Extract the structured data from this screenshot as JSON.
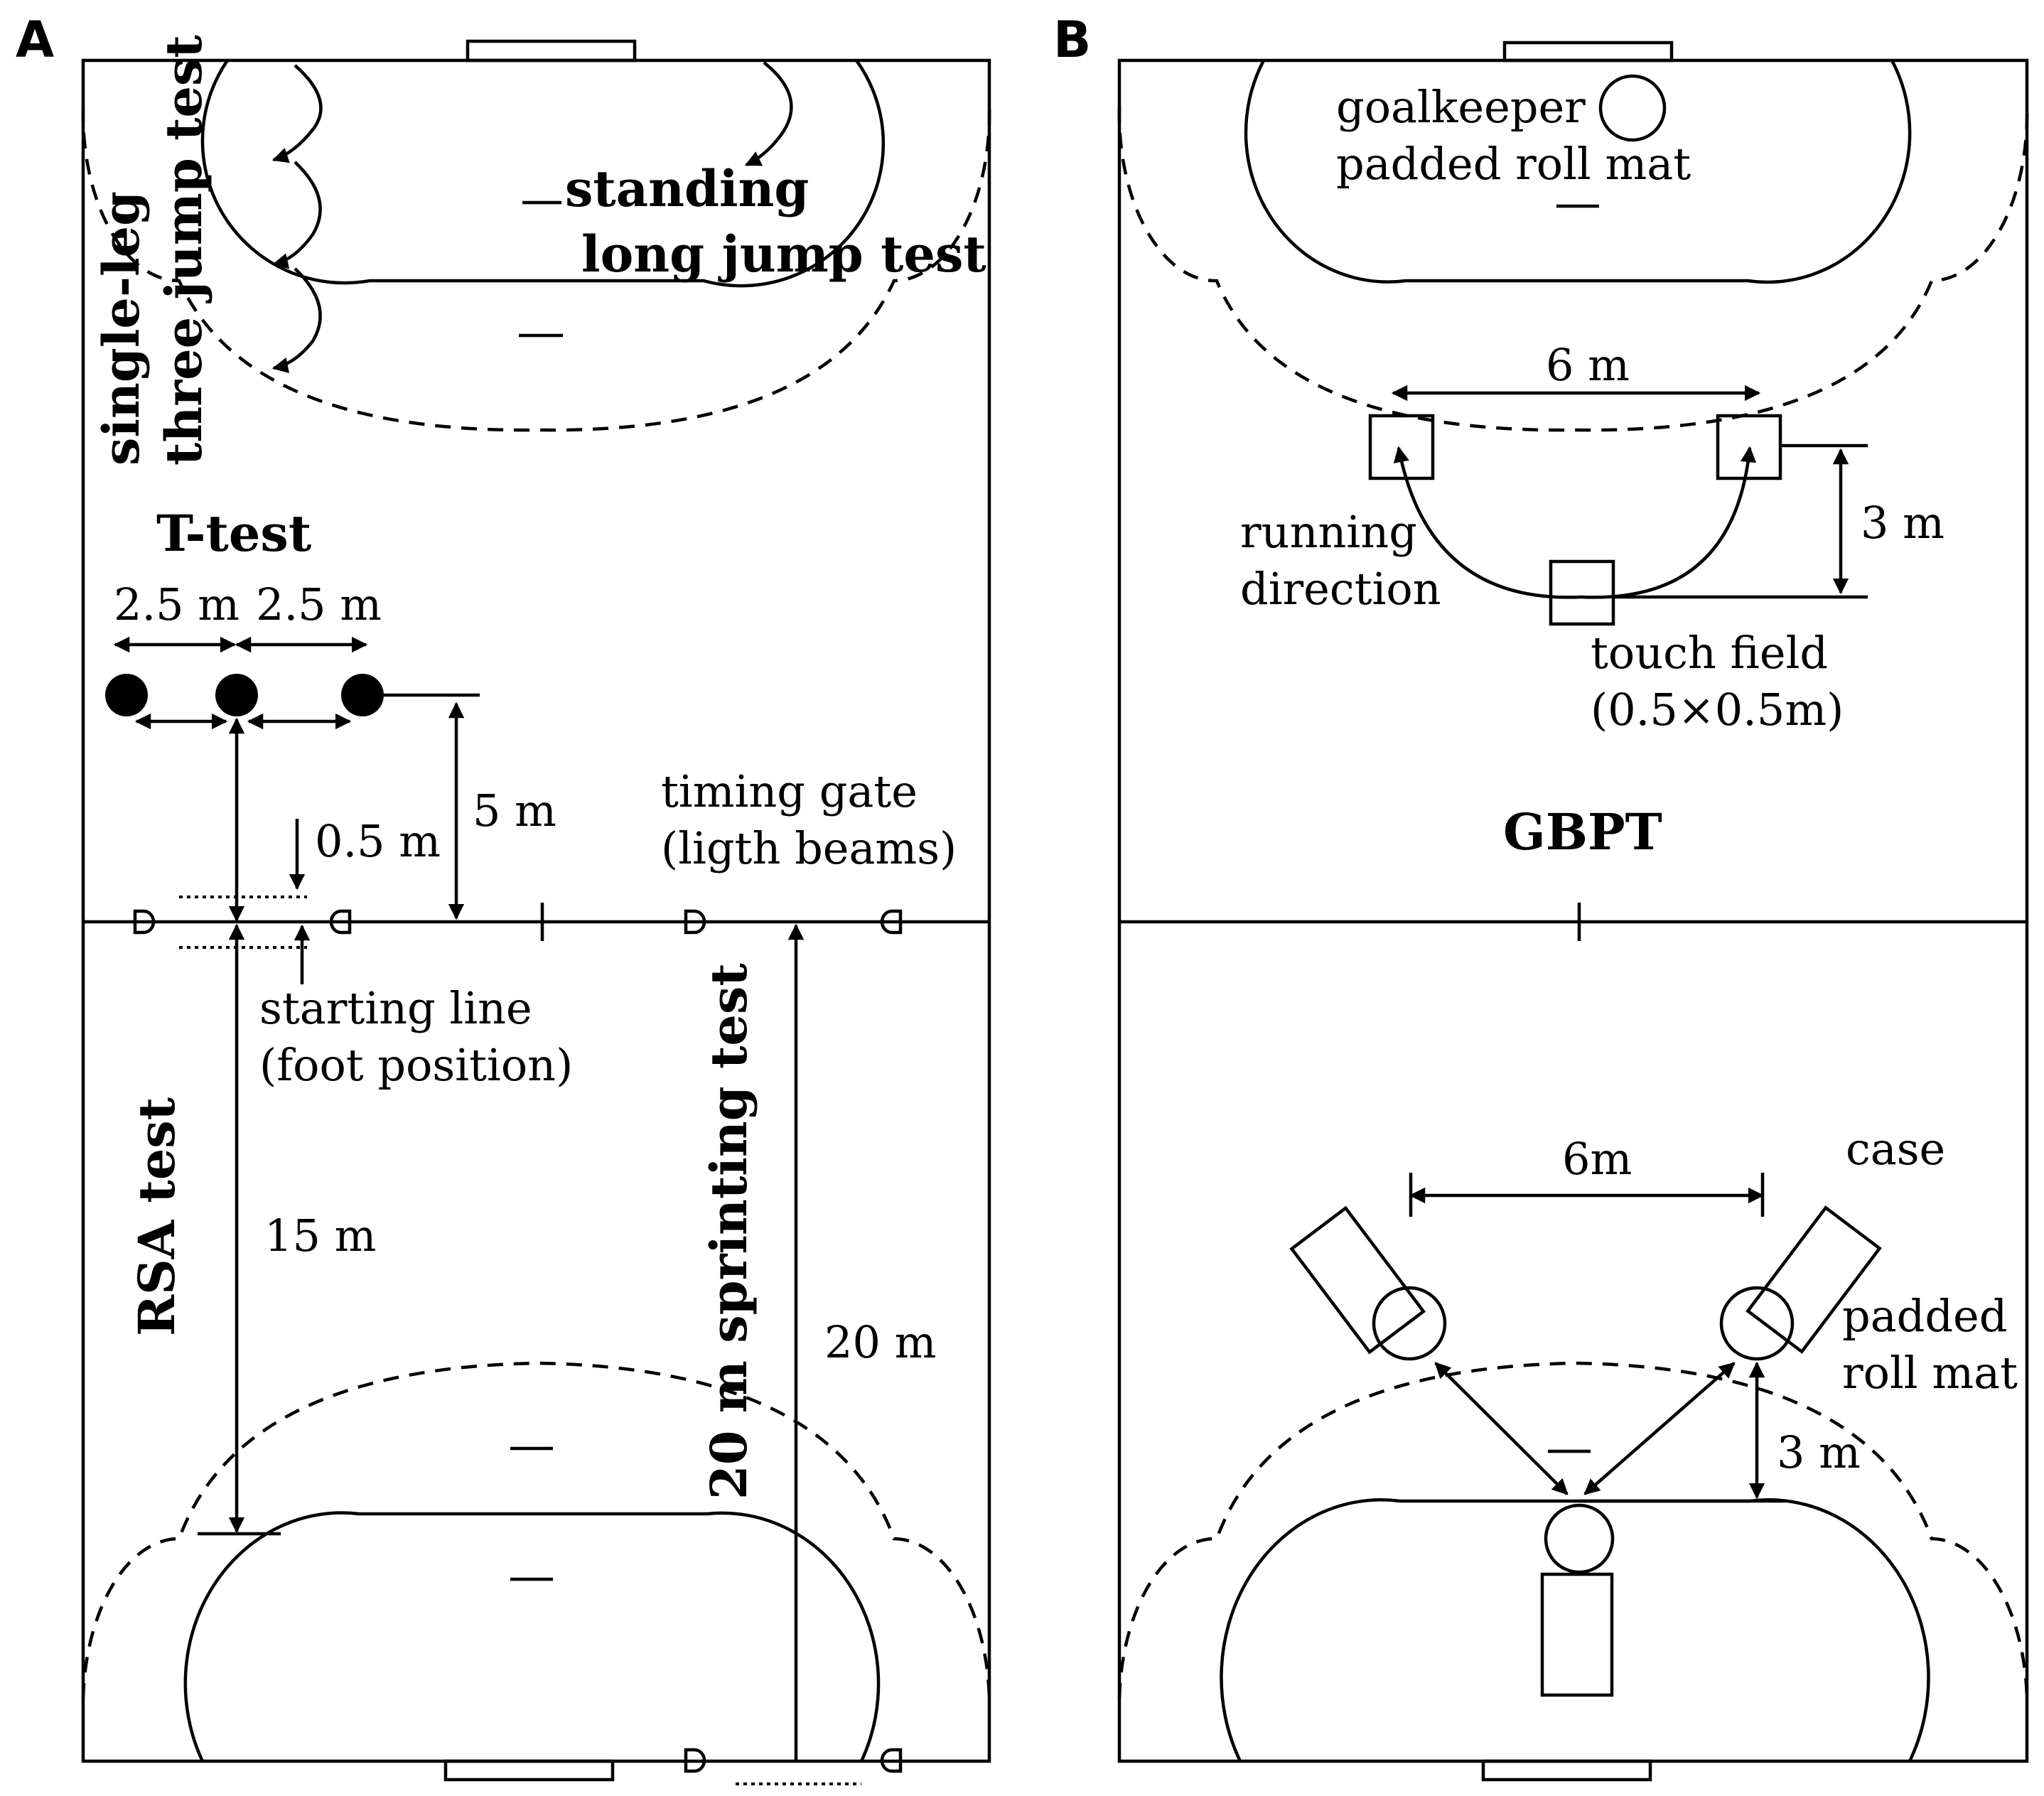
{
  "panels": {
    "a": "A",
    "b": "B"
  },
  "a": {
    "single_leg_line1": "single-leg",
    "single_leg_line2": "three jump test",
    "standing_line1": "standing",
    "standing_line2": "long jump test",
    "t_test": "T-test",
    "dist_2_5_left": "2.5 m",
    "dist_2_5_right": "2.5 m",
    "dist_5": "5 m",
    "dist_0_5": "0.5 m",
    "timing_gate_line1": "timing gate",
    "timing_gate_line2": "(ligth beams)",
    "starting_line_line1": "starting line",
    "starting_line_line2": "(foot position)",
    "rsa_test": "RSA test",
    "dist_15": "15 m",
    "sprint_test": "20 m sprinting test",
    "dist_20": "20 m"
  },
  "b": {
    "goalkeeper_line1": "goalkeeper",
    "goalkeeper_line2": "padded roll mat",
    "dist_6_top": "6 m",
    "running_line1": "running",
    "running_line2": "direction",
    "dist_3_top": "3 m",
    "touch_line1": "touch field",
    "touch_line2": "(0.5×0.5m)",
    "gbpt": "GBPT",
    "dist_6_bottom": "6m",
    "case": "case",
    "padded_line1": "padded",
    "padded_line2": "roll mat",
    "dist_3_bottom": "3 m"
  }
}
